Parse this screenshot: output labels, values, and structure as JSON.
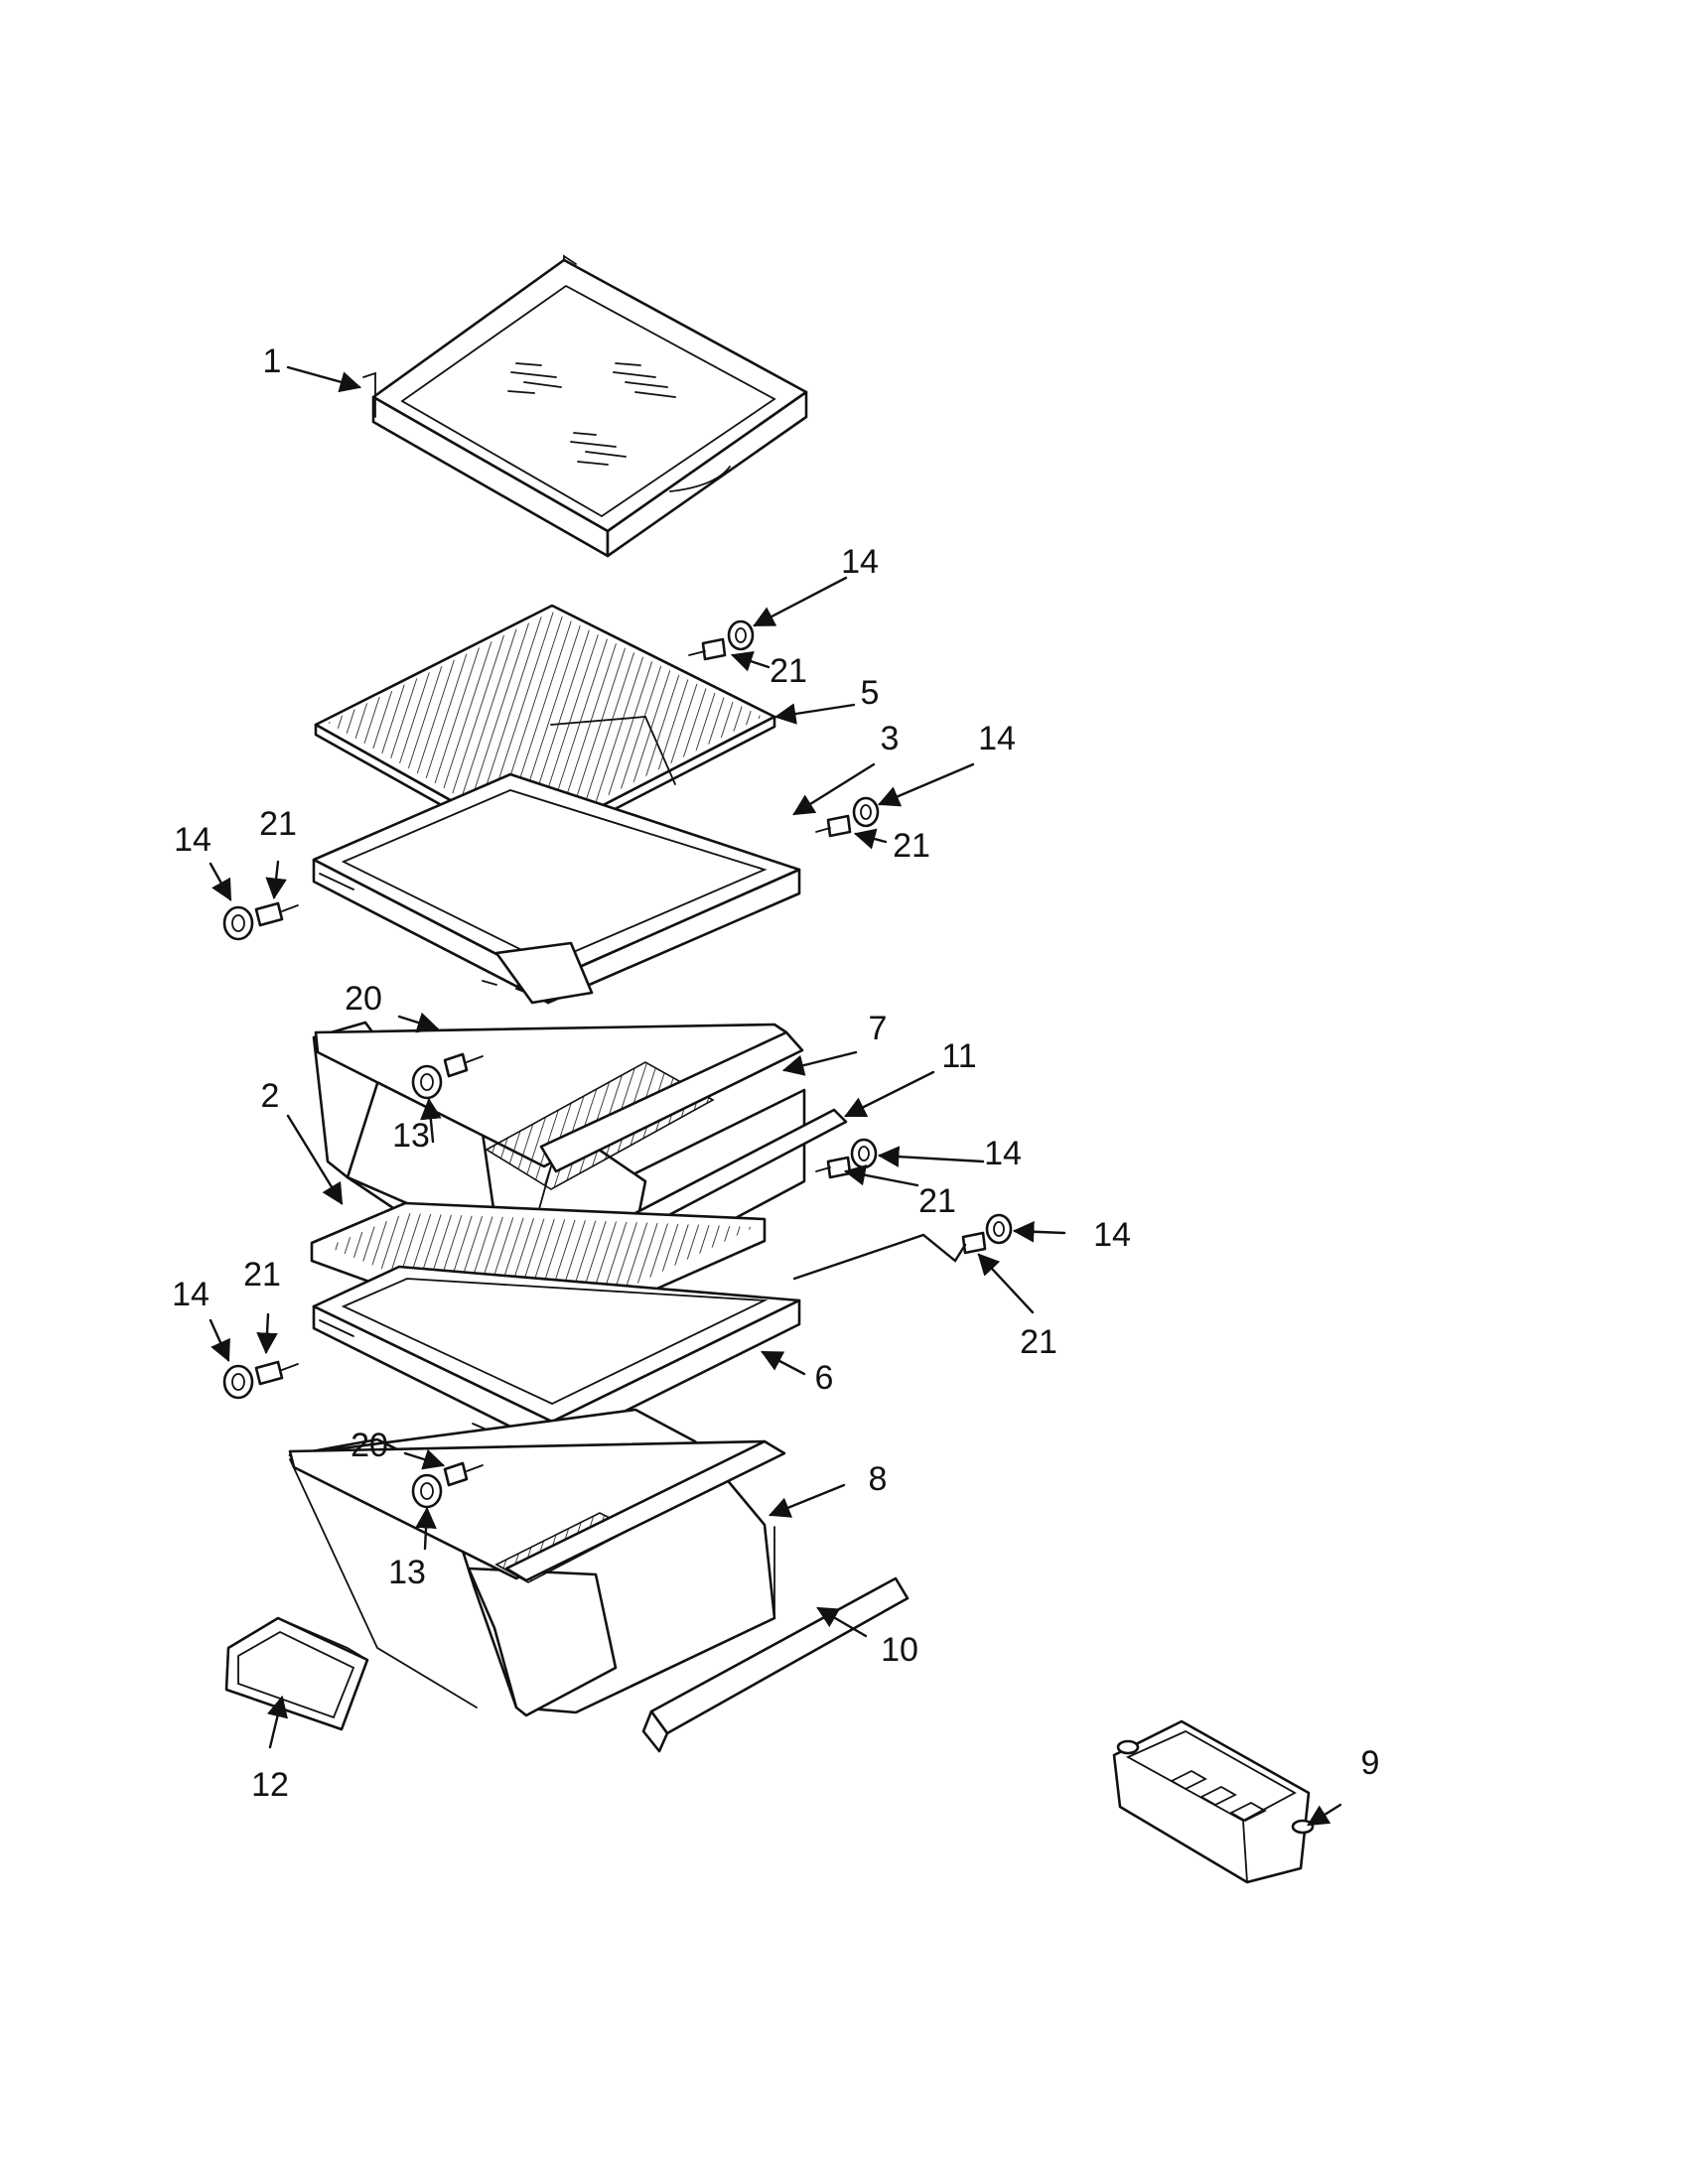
{
  "diagram": {
    "callouts": {
      "c1": "1",
      "c2": "2",
      "c3": "3",
      "c5": "5",
      "c6": "6",
      "c7": "7",
      "c8": "8",
      "c9": "9",
      "c10": "10",
      "c11": "11",
      "c12": "12",
      "c13a": "13",
      "c13b": "13",
      "c14a": "14",
      "c14b": "14",
      "c14c": "14",
      "c14d": "14",
      "c14e": "14",
      "c14f": "14",
      "c20a": "20",
      "c20b": "20",
      "c21a": "21",
      "c21b": "21",
      "c21c": "21",
      "c21d": "21",
      "c21e": "21",
      "c21f": "21"
    }
  }
}
